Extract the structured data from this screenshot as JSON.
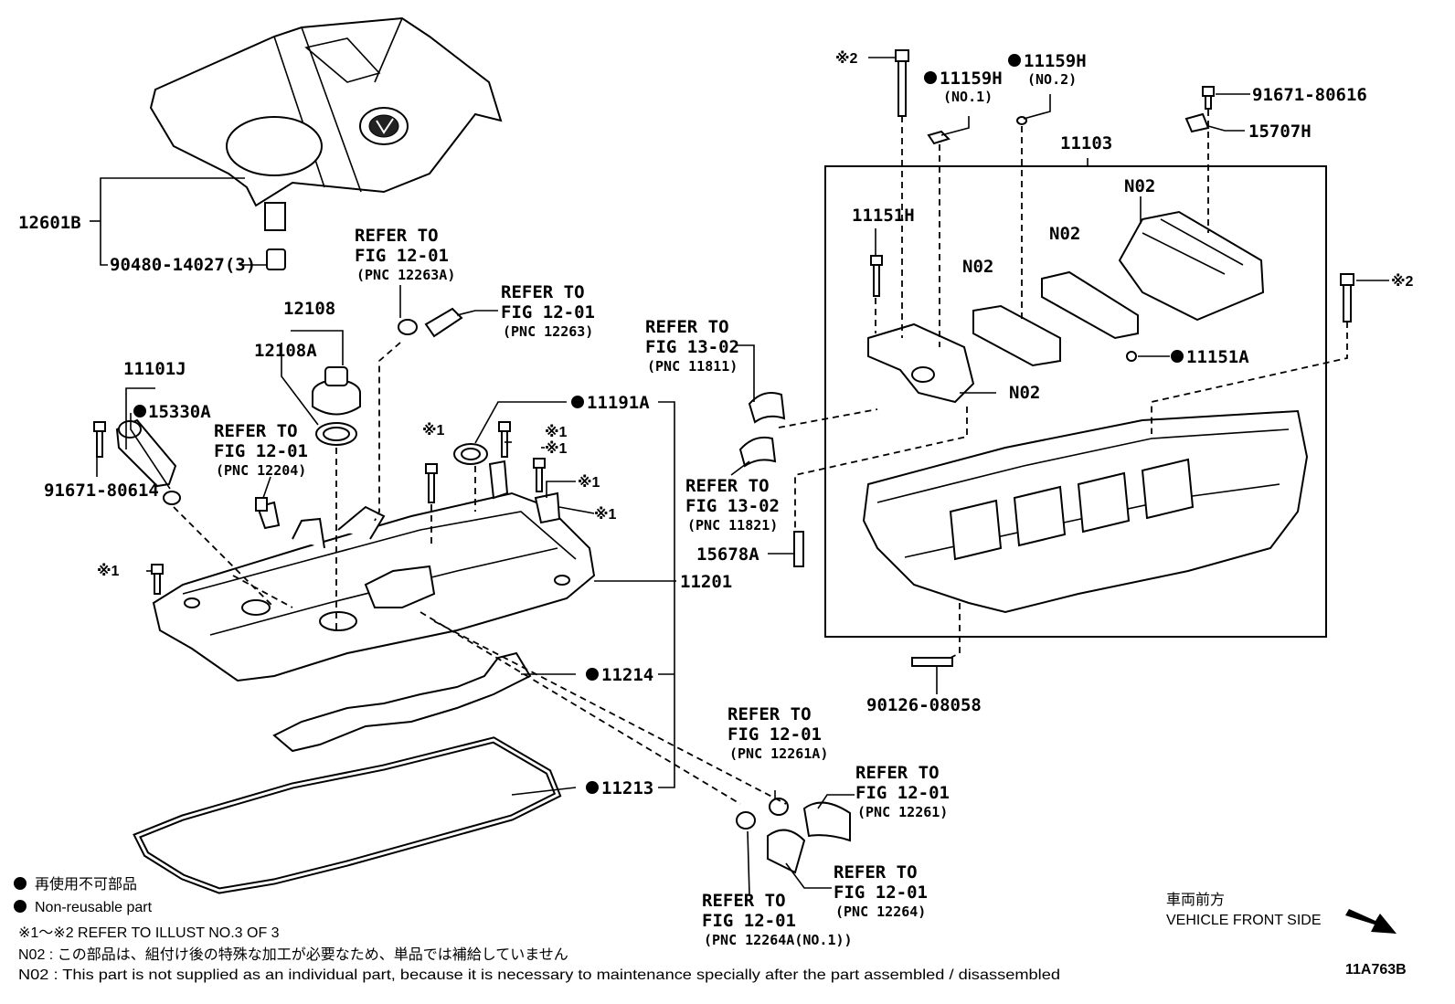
{
  "labels": {
    "cover": "12601B",
    "grommet": "90480-14027(3)",
    "cap": "12108",
    "cap_gasket": "12108A",
    "ocv": "11101J",
    "oring": "15330A",
    "bolt_ocv": "91671-80614",
    "head_cover": "11201",
    "plug_gasket": "11191A",
    "gasket_inner": "11214",
    "gasket_outer": "11213",
    "stud": "15678A",
    "stud_bottom": "90126-08058",
    "housing": "11103",
    "cam_bearing": "11151H",
    "n02_a": "N02",
    "n02_b": "N02",
    "n02_c": "N02",
    "n02_d": "N02",
    "pin_a": "11159H",
    "pin_a_sub": "(NO.1)",
    "pin_b": "11159H",
    "pin_b_sub": "(NO.2)",
    "bolt_top": "91671-80616",
    "bracket": "15707H",
    "dowel": "11151A",
    "mark1": "※1",
    "mark2": "※2"
  },
  "refers": {
    "r1": {
      "l1": "REFER TO",
      "l2": "FIG 12-01",
      "l3": "(PNC 12263A)"
    },
    "r2": {
      "l1": "REFER TO",
      "l2": "FIG 12-01",
      "l3": "(PNC 12263)"
    },
    "r3": {
      "l1": "REFER TO",
      "l2": "FIG 12-01",
      "l3": "(PNC 12204)"
    },
    "r4": {
      "l1": "REFER TO",
      "l2": "FIG 13-02",
      "l3": "(PNC 11811)"
    },
    "r5": {
      "l1": "REFER TO",
      "l2": "FIG 13-02",
      "l3": "(PNC 11821)"
    },
    "r6": {
      "l1": "REFER TO",
      "l2": "FIG 12-01",
      "l3": "(PNC 12261A)"
    },
    "r7": {
      "l1": "REFER TO",
      "l2": "FIG 12-01",
      "l3": "(PNC 12261)"
    },
    "r8": {
      "l1": "REFER TO",
      "l2": "FIG 12-01",
      "l3": "(PNC 12264)"
    },
    "r9": {
      "l1": "REFER TO",
      "l2": "FIG 12-01",
      "l3": "(PNC 12264A(NO.1))"
    }
  },
  "legend": {
    "nonreusable_jp": "再使用不可部品",
    "nonreusable_en": "Non-reusable part",
    "refer_illust": "※1～※2 REFER TO ILLUST NO.3 OF 3",
    "n02_jp": "N02 : この部品は、組付け後の特殊な加工が必要なため、単品では補給していません",
    "n02_en": "N02 : This part is not supplied as an individual part, because it is necessary to maintenance specially after the part assembled / disassembled"
  },
  "front": {
    "jp": "車両前方",
    "en": "VEHICLE FRONT SIDE"
  },
  "illust_id": "11A763B"
}
